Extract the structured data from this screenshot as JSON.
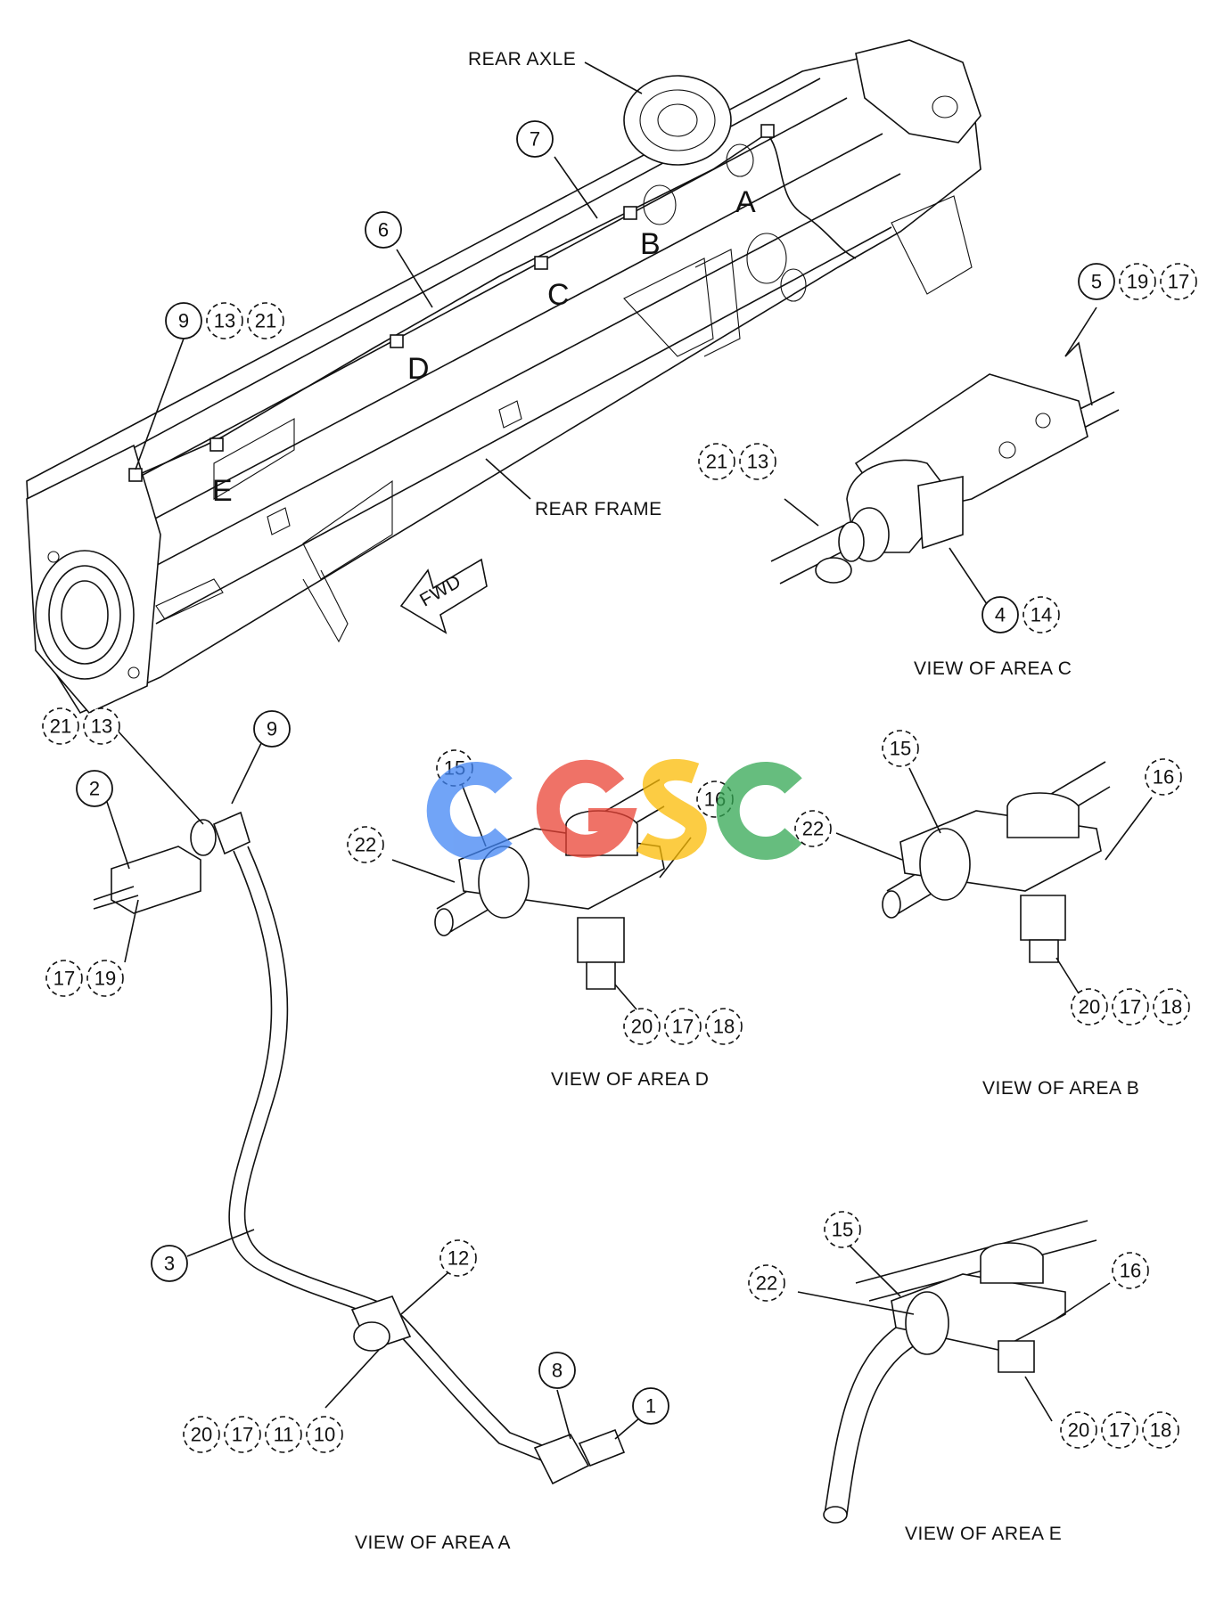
{
  "labels": {
    "rear_axle": "REAR AXLE",
    "rear_frame": "REAR FRAME",
    "fwd": "FWD"
  },
  "area_letters": {
    "A": "A",
    "B": "B",
    "C": "C",
    "D": "D",
    "E": "E"
  },
  "views": {
    "area_a": "VIEW OF AREA A",
    "area_b": "VIEW OF AREA B",
    "area_c": "VIEW OF AREA C",
    "area_d": "VIEW OF AREA D",
    "area_e": "VIEW OF AREA E"
  },
  "watermark": {
    "text": "CGSC",
    "colors": [
      "#4285F4",
      "#EA4335",
      "#FBBC05",
      "#34A853"
    ]
  },
  "callouts": {
    "main_7": "7",
    "main_6": "6",
    "main_9": "9",
    "main_13": "13",
    "main_21": "21",
    "c_5": "5",
    "c_19": "19",
    "c_17": "17",
    "c_21": "21",
    "c_13": "13",
    "c_4": "4",
    "c_14": "14",
    "a_21": "21",
    "a_13": "13",
    "a_9": "9",
    "a_2": "2",
    "a_17": "17",
    "a_19": "19",
    "a_3": "3",
    "a_12": "12",
    "a_20": "20",
    "a_17b": "17",
    "a_11": "11",
    "a_10": "10",
    "a_8": "8",
    "a_1": "1",
    "d_15": "15",
    "d_16": "16",
    "d_22": "22",
    "d_20": "20",
    "d_17": "17",
    "d_18": "18",
    "b_15": "15",
    "b_16": "16",
    "b_22": "22",
    "b_20": "20",
    "b_17": "17",
    "b_18": "18",
    "e_15": "15",
    "e_16": "16",
    "e_22": "22",
    "e_20": "20",
    "e_17": "17",
    "e_18": "18"
  }
}
